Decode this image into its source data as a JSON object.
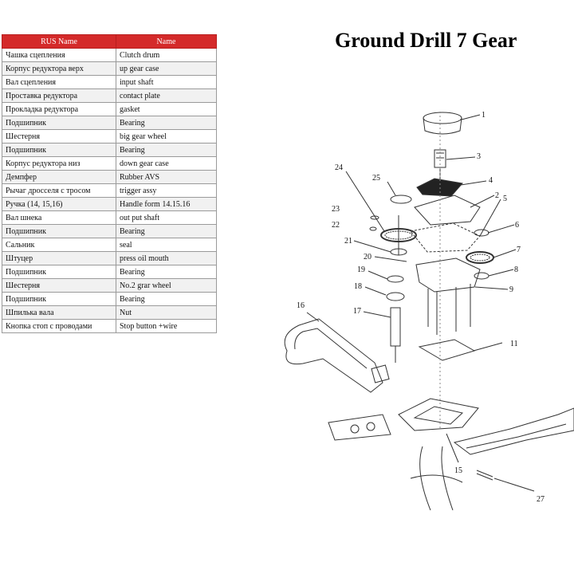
{
  "title": "Ground Drill 7 Gear",
  "table": {
    "headers": {
      "rus": "RUS Name",
      "en": "Name"
    },
    "rows": [
      {
        "rus": "Чашка сцепления",
        "en": "Clutch drum"
      },
      {
        "rus": "Корпус редуктора верх",
        "en": "up gear case"
      },
      {
        "rus": "Вал сцепления",
        "en": "input shaft"
      },
      {
        "rus": "Проставка редуктора",
        "en": "contact plate"
      },
      {
        "rus": "Прокладка редуктора",
        "en": "gasket"
      },
      {
        "rus": "Подшипник",
        "en": "Bearing"
      },
      {
        "rus": "Шестерня",
        "en": "big gear wheel"
      },
      {
        "rus": "Подшипник",
        "en": "Bearing"
      },
      {
        "rus": "Корпус редуктора низ",
        "en": "down gear case"
      },
      {
        "rus": "Демпфер",
        "en": "Rubber AVS"
      },
      {
        "rus": "Рычаг дросселя с тросом",
        "en": "trigger assy"
      },
      {
        "rus": "Ручка (14, 15,16)",
        "en": "Handle form 14.15.16"
      },
      {
        "rus": "Вал шнека",
        "en": "out put shaft"
      },
      {
        "rus": "Подшипник",
        "en": "Bearing"
      },
      {
        "rus": "Сальник",
        "en": "seal"
      },
      {
        "rus": "Штуцер",
        "en": "press oil mouth"
      },
      {
        "rus": "Подшипник",
        "en": "Bearing"
      },
      {
        "rus": "Шестерня",
        "en": "No.2 grar wheel"
      },
      {
        "rus": "Подшипник",
        "en": "Bearing"
      },
      {
        "rus": "Шпилька вала",
        "en": "Nut"
      },
      {
        "rus": "Кнопка стоп с проводами",
        "en": "Stop button +wire"
      }
    ]
  },
  "callouts": [
    "1",
    "2",
    "3",
    "4",
    "5",
    "6",
    "7",
    "8",
    "9",
    "11",
    "15",
    "16",
    "17",
    "18",
    "19",
    "20",
    "21",
    "22",
    "23",
    "24",
    "25",
    "27"
  ],
  "colors": {
    "header_bg": "#d42a2a",
    "header_text": "#ffffff",
    "line": "#333333"
  }
}
